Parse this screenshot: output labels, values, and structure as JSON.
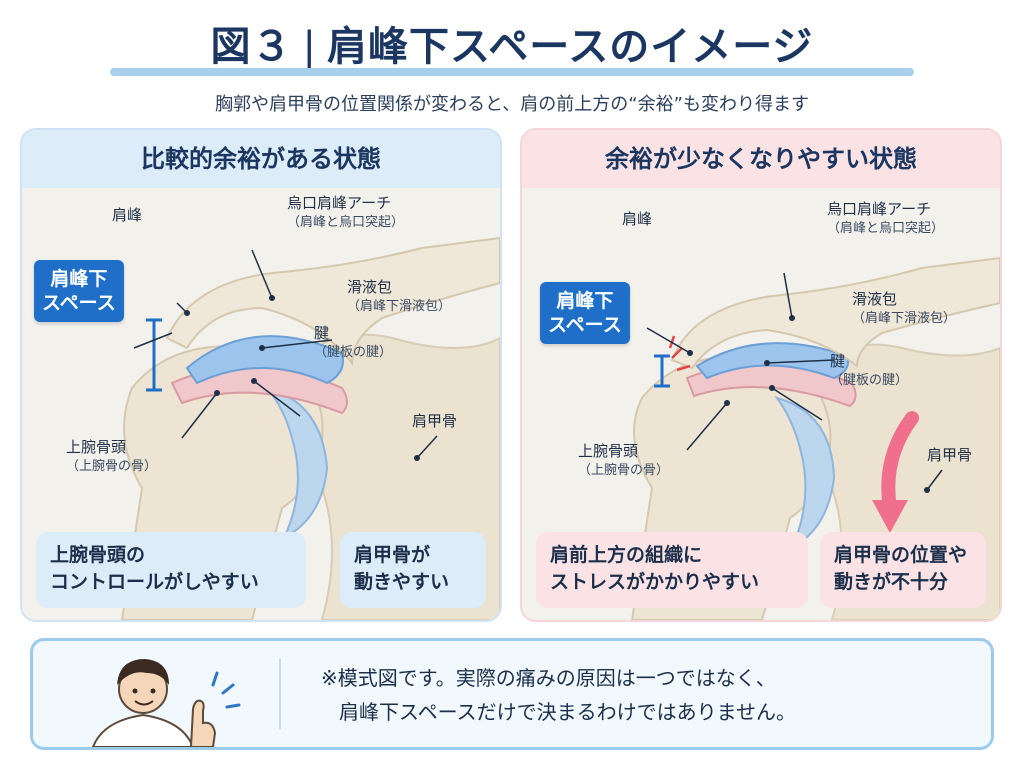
{
  "header": {
    "fig_label": "図３",
    "separator": "|",
    "title": "肩峰下スペースのイメージ",
    "subtitle": "胸郭や肩甲骨の位置関係が変わると、肩の前上方の“余裕”も変わり得ます"
  },
  "panels": [
    {
      "title": "比較的余裕がある状態",
      "labels": {
        "acromion": "肩峰",
        "arch": "烏口肩峰アーチ",
        "arch_sub": "（肩峰と烏口突起）",
        "bursa": "滑液包",
        "bursa_sub": "（肩峰下滑液包）",
        "tendon": "腱",
        "tendon_sub": "（腱板の腱）",
        "scapula": "肩甲骨",
        "humeral_head": "上腕骨頭",
        "humeral_head_sub": "（上腕骨の骨）"
      },
      "space_tag": [
        "肩峰下",
        "スペース"
      ],
      "boxes": [
        [
          "上腕骨頭の",
          "コントロールがしやすい"
        ],
        [
          "肩甲骨が",
          "動きやすい"
        ]
      ]
    },
    {
      "title": "余裕が少なくなりやすい状態",
      "labels": {
        "acromion": "肩峰",
        "arch": "烏口肩峰アーチ",
        "arch_sub": "（肩峰と烏口突起）",
        "bursa": "滑液包",
        "bursa_sub": "（肩峰下滑液包）",
        "tendon": "腱",
        "tendon_sub": "（腱板の腱）",
        "scapula": "肩甲骨",
        "humeral_head": "上腕骨頭",
        "humeral_head_sub": "（上腕骨の骨）"
      },
      "space_tag": [
        "肩峰下",
        "スペース"
      ],
      "boxes": [
        [
          "肩前上方の組織に",
          "ストレスがかかりやすい"
        ],
        [
          "肩甲骨の位置や",
          "動きが不十分"
        ]
      ]
    }
  ],
  "note": {
    "line1": "※模式図です。実際の痛みの原因は一つではなく、",
    "line2": "肩峰下スペースだけで決まるわけではありません。"
  },
  "colors": {
    "accent_blue": "#1f6fc9",
    "bone": "#ede4d3",
    "bursa": "#9cc4ec",
    "tendon": "#f0c7cb",
    "warning_pink": "#ef6f8c"
  }
}
